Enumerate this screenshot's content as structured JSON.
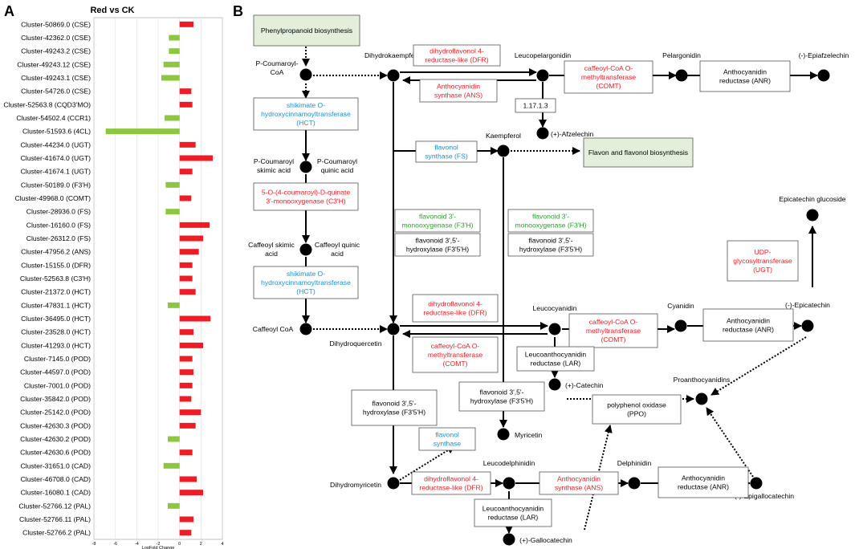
{
  "panel_a_letter": "A",
  "panel_b_letter": "B",
  "chart_data": {
    "type": "bar",
    "orientation": "horizontal",
    "title": "Red vs CK",
    "xlabel": "LogFold Change",
    "ylabel": "",
    "xlim": [
      -8,
      4
    ],
    "xticks": [
      "-8",
      "-6",
      "-4",
      "-2",
      "0",
      "2",
      "4"
    ],
    "grid": true,
    "colors": {
      "positive": "#ee1c24",
      "negative": "#8dc63f"
    },
    "categories": [
      "Cluster-50869.0 (CSE)",
      "Cluster-42362.0 (CSE)",
      "Cluster-49243.2 (CSE)",
      "Cluster-49243.12 (CSE)",
      "Cluster-49243.1 (CSE)",
      "Cluster-54726.0 (CSE)",
      "Cluster-52563.8 (CQD3'MO)",
      "Cluster-54502.4 (CCR1)",
      "Cluster-51593.6 (4CL)",
      "Cluster-44234.0 (UGT)",
      "Cluster-41674.0 (UGT)",
      "Cluster-41674.1 (UGT)",
      "Cluster-50189.0 (F3'H)",
      "Cluster-49968.0 (COMT)",
      "Cluster-28936.0 (FS)",
      "Cluster-16160.0 (FS)",
      "Cluster-26312.0 (FS)",
      "Cluster-47956.2 (ANS)",
      "Cluster-15155.0 (DFR)",
      "Cluster-52563.8 (C3'H)",
      "Cluster-21372.0 (HCT)",
      "Cluster-47831.1 (HCT)",
      "Cluster-36495.0 (HCT)",
      "Cluster-23528.0 (HCT)",
      "Cluster-41293.0 (HCT)",
      "Cluster-7145.0 (POD)",
      "Cluster-44597.0 (POD)",
      "Cluster-7001.0 (POD)",
      "Cluster-35842.0 (POD)",
      "Cluster-25142.0 (POD)",
      "Cluster-42630.3 (POD)",
      "Cluster-42630.2 (POD)",
      "Cluster-42630.6 (POD)",
      "Cluster-31651.0 (CAD)",
      "Cluster-46708.0 (CAD)",
      "Cluster-16080.1 (CAD)",
      "Cluster-52766.12 (PAL)",
      "Cluster-52766.11 (PAL)",
      "Cluster-52766.2 (PAL)"
    ],
    "values": [
      1.3,
      -1.0,
      -1.0,
      -1.5,
      -1.7,
      1.1,
      1.2,
      -1.4,
      -6.9,
      1.5,
      3.1,
      1.2,
      -1.3,
      1.1,
      -1.3,
      2.8,
      2.2,
      1.8,
      1.2,
      1.2,
      1.5,
      -1.1,
      2.9,
      1.3,
      2.2,
      1.2,
      1.3,
      1.2,
      1.1,
      2.0,
      1.5,
      -1.1,
      1.2,
      -1.5,
      1.6,
      2.2,
      -1.1,
      1.3,
      1.1
    ]
  },
  "pathway": {
    "nodes": {
      "p_coumaroyl_coa": "P-Coumaroyl-\nCoA",
      "dihydrokaempferol": "Dihydrokaempferol",
      "leucopelargonidin": "Leucopelargonidin",
      "pelargonidin": "Pelargonidin",
      "epiafzelechin": "(-)-Epiafzelechin",
      "afzelechin": "(+)-Afzelechin",
      "kaempferol": "Kaempferol",
      "p_coumaroyl_skimic": "P-Coumaroyl\nskimic acid",
      "p_coumaroyl_quinic": "P-Coumaroyl\nquinic acid",
      "caffeoyl_skimic": "Caffeoyl skimic\nacid",
      "caffeoyl_quinic": "Caffeoyl quinic\nacid",
      "caffeoyl_coa": "Caffeoyl CoA",
      "dihydroquercetin": "Dihydroquercetin",
      "leucocyanidin": "Leucocyanidin",
      "cyanidin": "Cyanidin",
      "epicatechin": "(-)-Epicatechin",
      "epicatechin_glucoside": "Epicatechin glucoside",
      "catechin": "(+)-Catechin",
      "proanthocyanidins": "Proanthocyanidins",
      "myricetin": "Myricetin",
      "dihydromyricetin": "Dihydromyricetin",
      "leucodelphinidin": "Leucodelphinidin",
      "delphinidin": "Delphinidin",
      "epigallocatechin": "(-)-Epigallocatechin",
      "gallocatechin": "(+)-Gallocatechin"
    },
    "boxes": {
      "phenylpropanoid": "Phenylpropanoid biosynthesis",
      "flavon_flavonol": "Flavon and flavonol biosynthesis",
      "dfr_top": "dihydroflavonol 4-\nreductase-like (DFR)",
      "ans_top": "Anthocyanidin\nsynthase (ANS)",
      "comt_top": "caffeoyl-CoA O-\nmethyltransferase\n(COMT)",
      "anr_top": "Anthocyanidin\nreductase (ANR)",
      "ec_1173": "1.17.1.3",
      "hct_top": "shikimate O-\nhydroxycinnamoyltransferase\n(HCT)",
      "fs_top": "flavonol\nsynthase (FS)",
      "c3h": "5-O-(4-coumaroyl)-D-quinate\n3'-monooxygenase (C3'H)",
      "f3h_left": "flavonoid 3'-\nmonooxygenase (F3'H)",
      "f35h_left": "flavonoid 3',5'-\nhydroxylase (F3'5'H)",
      "f3h_right": "flavonoid 3'-\nmonooxygenase (F3'H)",
      "f35h_right": "flavonoid 3',5'-\nhydroxylase (F3'5'H)",
      "hct_mid": "shikimate O-\nhydroxycinnamoyltransferase\n(HCT)",
      "ugt": "UDP-\nglycosyltransferase\n(UGT)",
      "dfr_mid": "dihydroflavonol 4-\nreductase-like (DFR)",
      "comt_mid_left": "caffeoyl-CoA O-\nmethyltransferase\n(COMT)",
      "comt_mid_right": "caffeoyl-CoA O-\nmethyltransferase\n(COMT)",
      "anr_mid": "Anthocyanidin\nreductase (ANR)",
      "lar_mid": "Leucoanthocyanidin\nreductase (LAR)",
      "f35h_bottom_left": "flavonoid 3',5'-\nhydroxylase (F3'5'H)",
      "f35h_bottom_mid": "flavonoid 3',5'-\nhydroxylase (F3'5'H)",
      "ppo": "polyphenol oxidase\n(PPO)",
      "fs_bottom": "flavonol\nsynthase",
      "dfr_bottom": "dihydroflavonol 4-\nreductase-like (DFR)",
      "ans_bottom": "Anthocyanidin\nsynthase (ANS)",
      "anr_bottom": "Anthocyanidin\nreductase (ANR)",
      "lar_bottom": "Leucoanthocyanidin\nreductase (LAR)"
    },
    "colors": {
      "red": "#ee1c24",
      "blue": "#1b8fd2",
      "green": "#2aa02a",
      "black": "#000000",
      "green_fill": "#e4efdb"
    }
  }
}
